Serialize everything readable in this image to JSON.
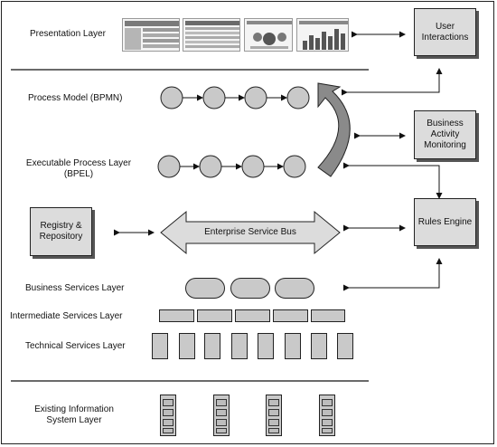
{
  "layers": {
    "presentation": "Presentation Layer",
    "process_model": "Process Model (BPMN)",
    "executable_line1": "Executable Process Layer",
    "executable_line2": "(BPEL)",
    "business_services": "Business Services Layer",
    "intermediate_services": "Intermediate Services Layer",
    "technical_services": "Technical Services Layer",
    "existing_line1": "Existing Information",
    "existing_line2": "System Layer"
  },
  "boxes": {
    "user_line1": "User",
    "user_line2": "Interactions",
    "bam_line1": "Business",
    "bam_line2": "Activity",
    "bam_line3": "Monitoring",
    "rules_engine": "Rules Engine",
    "registry_line1": "Registry &",
    "registry_line2": "Repository"
  },
  "esb": "Enterprise Service Bus"
}
